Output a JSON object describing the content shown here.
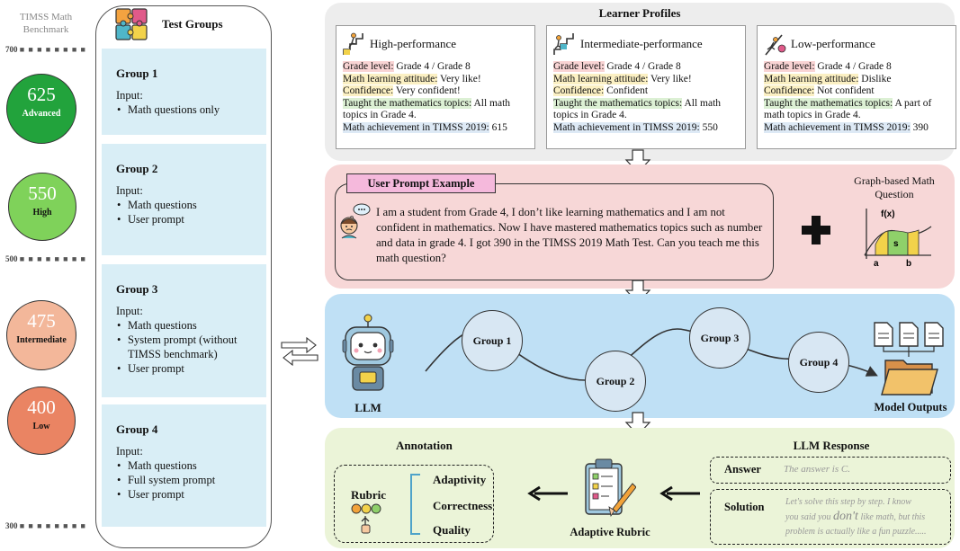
{
  "benchmark": {
    "title": "TIMSS Math Benchmark",
    "ticks": [
      "700",
      "500",
      "300"
    ],
    "levels": [
      {
        "score": "625",
        "label": "Advanced",
        "color": "#22a33c"
      },
      {
        "score": "550",
        "label": "High",
        "color": "#7fd25a"
      },
      {
        "score": "475",
        "label": "Intermediate",
        "color": "#f3b79a"
      },
      {
        "score": "400",
        "label": "Low",
        "color": "#ea8463"
      }
    ]
  },
  "test_groups": {
    "title": "Test Groups",
    "groups": [
      {
        "title": "Group 1",
        "input": "Input:",
        "items": [
          "Math questions only"
        ]
      },
      {
        "title": "Group 2",
        "input": "Input:",
        "items": [
          "Math questions",
          "User prompt"
        ]
      },
      {
        "title": "Group 3",
        "input": "Input:",
        "items": [
          "Math questions",
          "System prompt (without TIMSS benchmark)",
          "User prompt"
        ]
      },
      {
        "title": "Group 4",
        "input": "Input:",
        "items": [
          "Math questions",
          "Full system prompt",
          "User prompt"
        ]
      }
    ]
  },
  "learner_profiles": {
    "title": "Learner Profiles",
    "cards": [
      {
        "name": "High-performance",
        "grade_k": "Grade level:",
        "grade_v": " Grade 4 / Grade 8",
        "att_k": "Math learning attitude:",
        "att_v": " Very like!",
        "conf_k": "Confidence:",
        "conf_v": " Very confident!",
        "topics_k": "Taught the mathematics topics:",
        "topics_v": " All math topics in Grade 4.",
        "ach_k": "Math achievement in TIMSS 2019:",
        "ach_v": " 615"
      },
      {
        "name": "Intermediate-performance",
        "grade_k": "Grade level:",
        "grade_v": " Grade 4 / Grade 8",
        "att_k": "Math learning attitude:",
        "att_v": " Very like!",
        "conf_k": "Confidence:",
        "conf_v": " Confident",
        "topics_k": "Taught the mathematics topics:",
        "topics_v": " All math topics in Grade 4.",
        "ach_k": "Math achievement in TIMSS 2019:",
        "ach_v": " 550"
      },
      {
        "name": "Low-performance",
        "grade_k": "Grade level:",
        "grade_v": " Grade 4 / Grade 8",
        "att_k": "Math learning attitude:",
        "att_v": " Dislike",
        "conf_k": "Confidence:",
        "conf_v": " Not confident",
        "topics_k": "Taught the mathematics topics:",
        "topics_v": " A part of math topics in Grade 4.",
        "ach_k": "Math achievement in TIMSS 2019:",
        "ach_v": " 390"
      }
    ]
  },
  "user_prompt": {
    "label": "User Prompt Example",
    "text": "I am a student from Grade 4, I don’t like learning mathematics and I am not confident in mathematics. Now I have mastered mathematics topics such as number and data in grade 4. I got 390 in the TIMSS 2019 Math Test. Can you teach me this math question?",
    "graph_title": "Graph-based Math Question",
    "graph_fx": "f(x)",
    "graph_s": "s",
    "graph_a": "a",
    "graph_b": "b"
  },
  "llm_flow": {
    "llm_label": "LLM",
    "nodes": [
      "Group 1",
      "Group 2",
      "Group 3",
      "Group 4"
    ],
    "outputs_label": "Model Outputs"
  },
  "annotation": {
    "title": "Annotation",
    "rubric_label": "Rubric",
    "criteria": [
      "Adaptivity",
      "Correctness",
      "Quality"
    ],
    "adaptive_rubric": "Adaptive Rubric",
    "response_title": "LLM Response",
    "answer_label": "Answer",
    "answer_text": "The answer is C.",
    "solution_label": "Solution",
    "solution_1": "Let's solve this step by step. I know",
    "solution_2a": "you said you ",
    "solution_2b": "don't",
    "solution_2c": " like math, but this",
    "solution_3": "problem is actually like a fun puzzle....."
  }
}
